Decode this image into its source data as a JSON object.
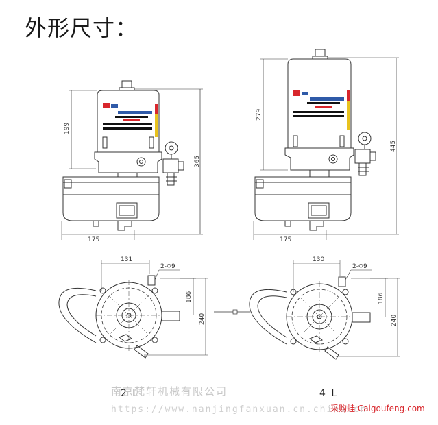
{
  "title": "外形尺寸：",
  "left_front": {
    "height_tank": "199",
    "height_total": "365",
    "width": "175"
  },
  "right_front": {
    "height_tank": "279",
    "height_total": "445",
    "width": "175"
  },
  "left_top": {
    "width": "131",
    "holes": "2-Φ9",
    "depth": "186",
    "total": "240",
    "capacity": "2 L"
  },
  "right_top": {
    "width": "130",
    "holes": "2-Φ9",
    "depth": "186",
    "total": "240",
    "capacity": "4 L"
  },
  "watermark": {
    "company": "南京梵轩机械有限公司",
    "url": "https://www.nanjingfanxuan.cn.china.cn",
    "site": "采购蛙 Caigoufeng.com"
  },
  "colors": {
    "line": "#333333",
    "label_blue": "#2f5aa8",
    "label_red": "#d8262c",
    "label_yellow": "#e8c21e",
    "label_black": "#111111"
  }
}
